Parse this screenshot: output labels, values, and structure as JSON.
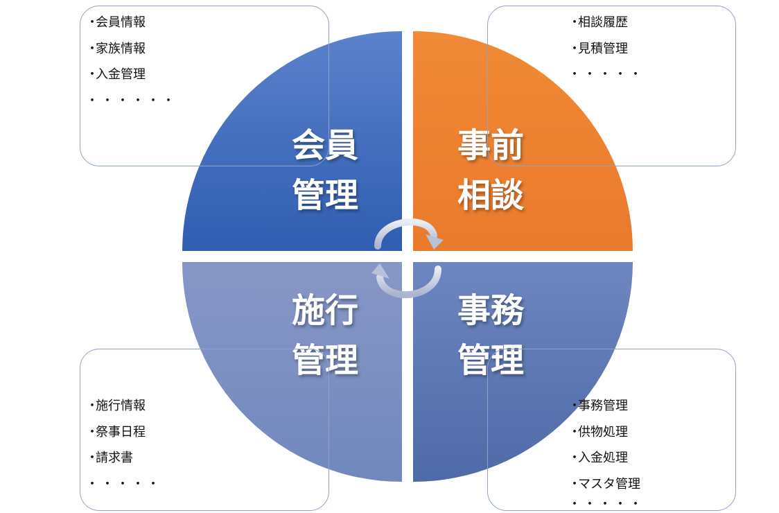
{
  "quadrants": {
    "top_left": {
      "line1": "会員",
      "line2": "管理",
      "color": "#4472c4"
    },
    "top_right": {
      "line1": "事前",
      "line2": "相談",
      "color": "#ed7d31"
    },
    "bottom_left": {
      "line1": "施行",
      "line2": "管理",
      "color": "#7f93c3"
    },
    "bottom_right": {
      "line1": "事務",
      "line2": "管理",
      "color": "#5b76b4"
    }
  },
  "boxes": {
    "top_left": {
      "items": [
        "会員情報",
        "家族情報",
        "入金管理"
      ],
      "ellipsis": "・・・・・・"
    },
    "top_right": {
      "items": [
        "相談履歴",
        "見積管理"
      ],
      "ellipsis": "・・・・・"
    },
    "bottom_left": {
      "items": [
        "施行情報",
        "祭事日程",
        "請求書"
      ],
      "ellipsis": "・・・・・"
    },
    "bottom_right": {
      "items": [
        "事務管理",
        "供物処理",
        "入金処理",
        "マスタ管理"
      ],
      "ellipsis": "・・・・・"
    }
  },
  "bullet": "・",
  "icons": [
    "cycle-arrow-top-icon",
    "cycle-arrow-bottom-icon"
  ]
}
